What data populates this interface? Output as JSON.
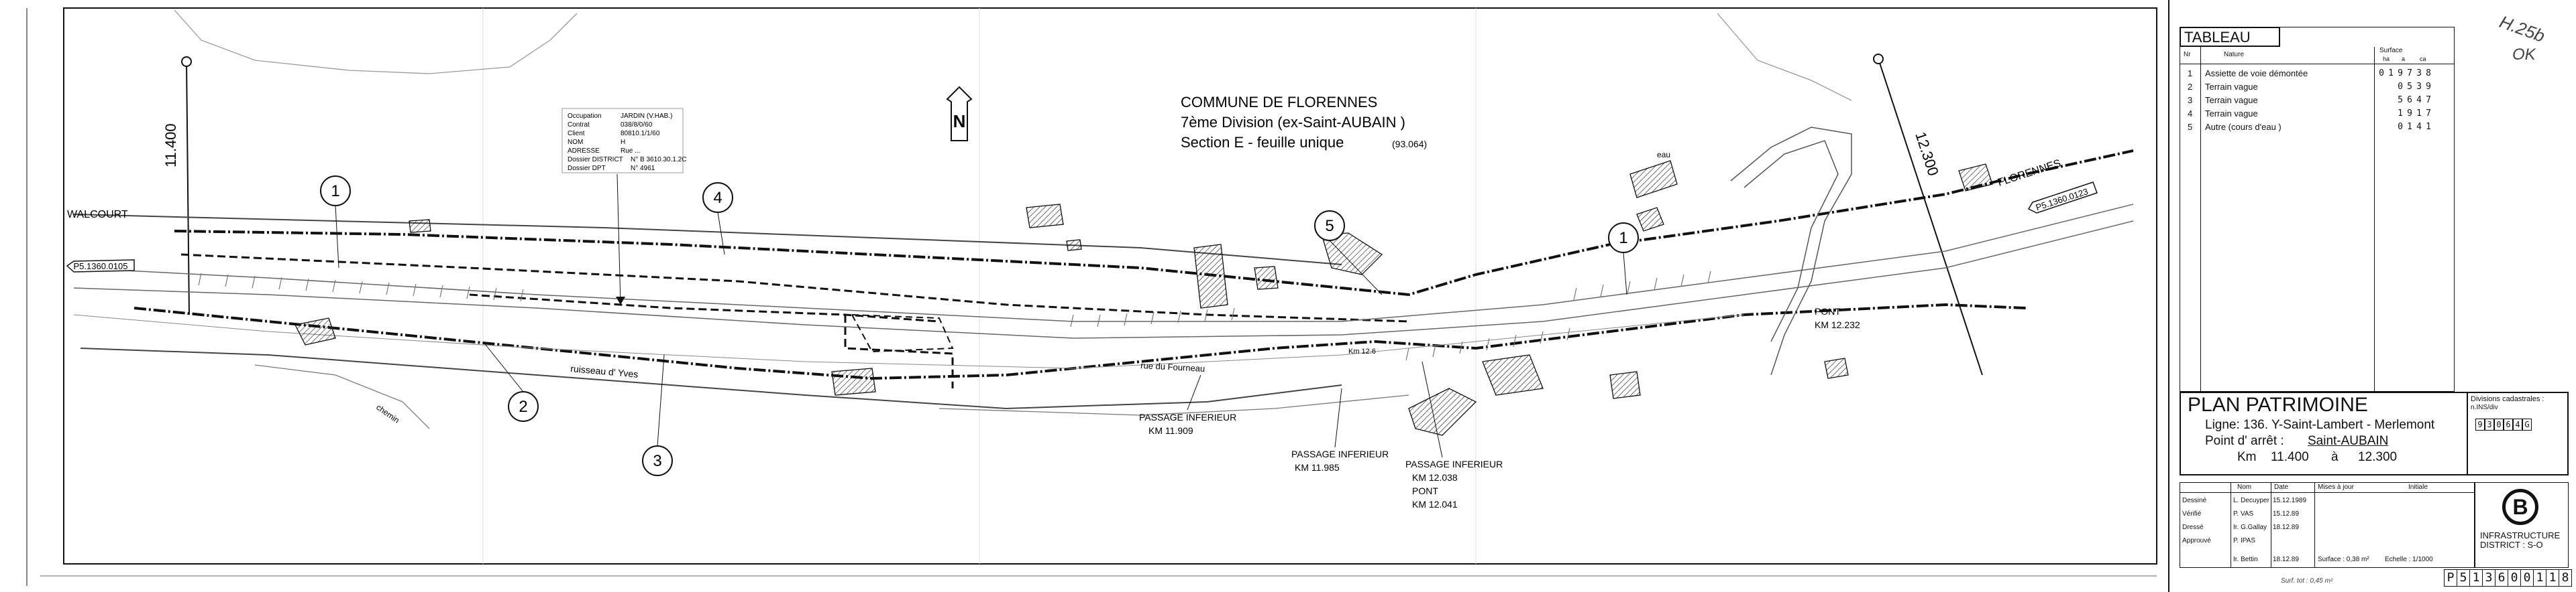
{
  "commune": {
    "line1": "COMMUNE   DE   FLORENNES",
    "line2": "7ème Division  (ex-Saint-AUBAIN )",
    "line3": "Section  E  - feuille unique",
    "code": "(93.064)"
  },
  "north_symbol": "N",
  "axis_markers": {
    "left": "11.400",
    "right": "12.300"
  },
  "place_labels": {
    "walcourt": "WALCOURT",
    "florennes": "FLORENNES",
    "ps_left": "P5.1360.0105",
    "ps_right": "P5.1360.0123",
    "ruisseau": "ruisseau    d'  Yves",
    "rue": "rue    du    Fourneau",
    "chemin": "chemin",
    "km_126": "Km 12.6",
    "eau": "eau"
  },
  "parcels": [
    {
      "id": "1",
      "label": "1"
    },
    {
      "id": "2",
      "label": "2"
    },
    {
      "id": "3",
      "label": "3"
    },
    {
      "id": "4",
      "label": "4"
    },
    {
      "id": "5",
      "label": "5"
    },
    {
      "id": "1b",
      "label": "1"
    }
  ],
  "structures": {
    "passage1": {
      "title": "PASSAGE INFERIEUR",
      "km": "KM 11.909"
    },
    "passage2": {
      "title": "PASSAGE INFERIEUR",
      "km": "KM 11.985"
    },
    "passage3": {
      "title": "PASSAGE INFERIEUR",
      "km": "KM  12.038",
      "pont": "PONT",
      "pont_km": "KM  12.041"
    },
    "pont_right": {
      "title": "PONT",
      "km": "KM 12.232"
    }
  },
  "stamp": {
    "rows": [
      {
        "label": "Occupation",
        "value": "JARDIN (V.HAB.)"
      },
      {
        "label": "Contrat",
        "value": "038/8/0/60"
      },
      {
        "label": "Client",
        "value": "80810.1/1/60"
      },
      {
        "label": "NOM",
        "value": "H"
      },
      {
        "label": "ADRESSE",
        "value": "Rue ..."
      },
      {
        "label": "Dossier DISTRICT",
        "value": "N° B 3610.30.1.2C"
      },
      {
        "label": "Dossier DPT",
        "value": "N° 4961"
      }
    ]
  },
  "tableau": {
    "title": "TABLEAU RESUME",
    "col_no": "Nr",
    "col_nature": "Nature",
    "col_surface": "Surface",
    "sub_ha": "ha",
    "sub_a": "a",
    "sub_ca": "ca",
    "rows": [
      {
        "no": "1",
        "nature": "Assiette de voie démontée",
        "digits": [
          "0",
          "1",
          "9",
          "7",
          "3",
          "8"
        ]
      },
      {
        "no": "2",
        "nature": "Terrain vague",
        "digits": [
          "",
          "",
          "0",
          "5",
          "3",
          "9"
        ]
      },
      {
        "no": "3",
        "nature": "Terrain vague",
        "digits": [
          "",
          "",
          "5",
          "6",
          "4",
          "7"
        ]
      },
      {
        "no": "4",
        "nature": "Terrain vague",
        "digits": [
          "",
          "",
          "1",
          "9",
          "1",
          "7"
        ]
      },
      {
        "no": "5",
        "nature": "Autre (cours d'eau )",
        "digits": [
          "",
          "",
          "0",
          "1",
          "4",
          "1"
        ]
      }
    ]
  },
  "handwritten_corner": {
    "line1": "H.25b",
    "line2": "OK"
  },
  "plan": {
    "title": "PLAN  PATRIMOINE",
    "ligne": "Ligne:  136.   Y-Saint-Lambert - Merlemont",
    "point": "Point  d'  arrêt  :",
    "point_value": "Saint-AUBAIN",
    "km_label": "Km",
    "km_from": "11.400",
    "km_a": "à",
    "km_to": "12.300"
  },
  "divisions": {
    "title": "Divisions cadastrales :",
    "subtitle": "n.INS/div",
    "digits": [
      "9",
      "3",
      "0",
      "6",
      "4",
      "G"
    ]
  },
  "signatures": {
    "headers": [
      "Nom",
      "Date",
      "Mises à jour",
      "Initiale"
    ],
    "rows": [
      {
        "role": "Dessiné",
        "name": "L. Decuyper",
        "date": "15.12.1989"
      },
      {
        "role": "Vérifié",
        "name": "P. VAS",
        "date": "15.12.89"
      },
      {
        "role": "Dressé",
        "name": "Ir. G.Gallay",
        "date": "18.12.89"
      },
      {
        "role": "Approuvé",
        "name": "P. IPAS",
        "date": ""
      },
      {
        "role": "",
        "name": "Ir. Bettin",
        "date": "18.12.89"
      }
    ],
    "surface": "Surface : 0,38  m²",
    "echelle": "Echelle : 1/1000"
  },
  "infrastructure": {
    "logo": "B",
    "line1": "INFRASTRUCTURE",
    "line2": "DISTRICT : S-O"
  },
  "doc_number": [
    "P",
    "5",
    "1",
    "3",
    "6",
    "0",
    "0",
    "1",
    "1",
    "8"
  ],
  "sort_note": "Surf. tot : 0,45 m²"
}
